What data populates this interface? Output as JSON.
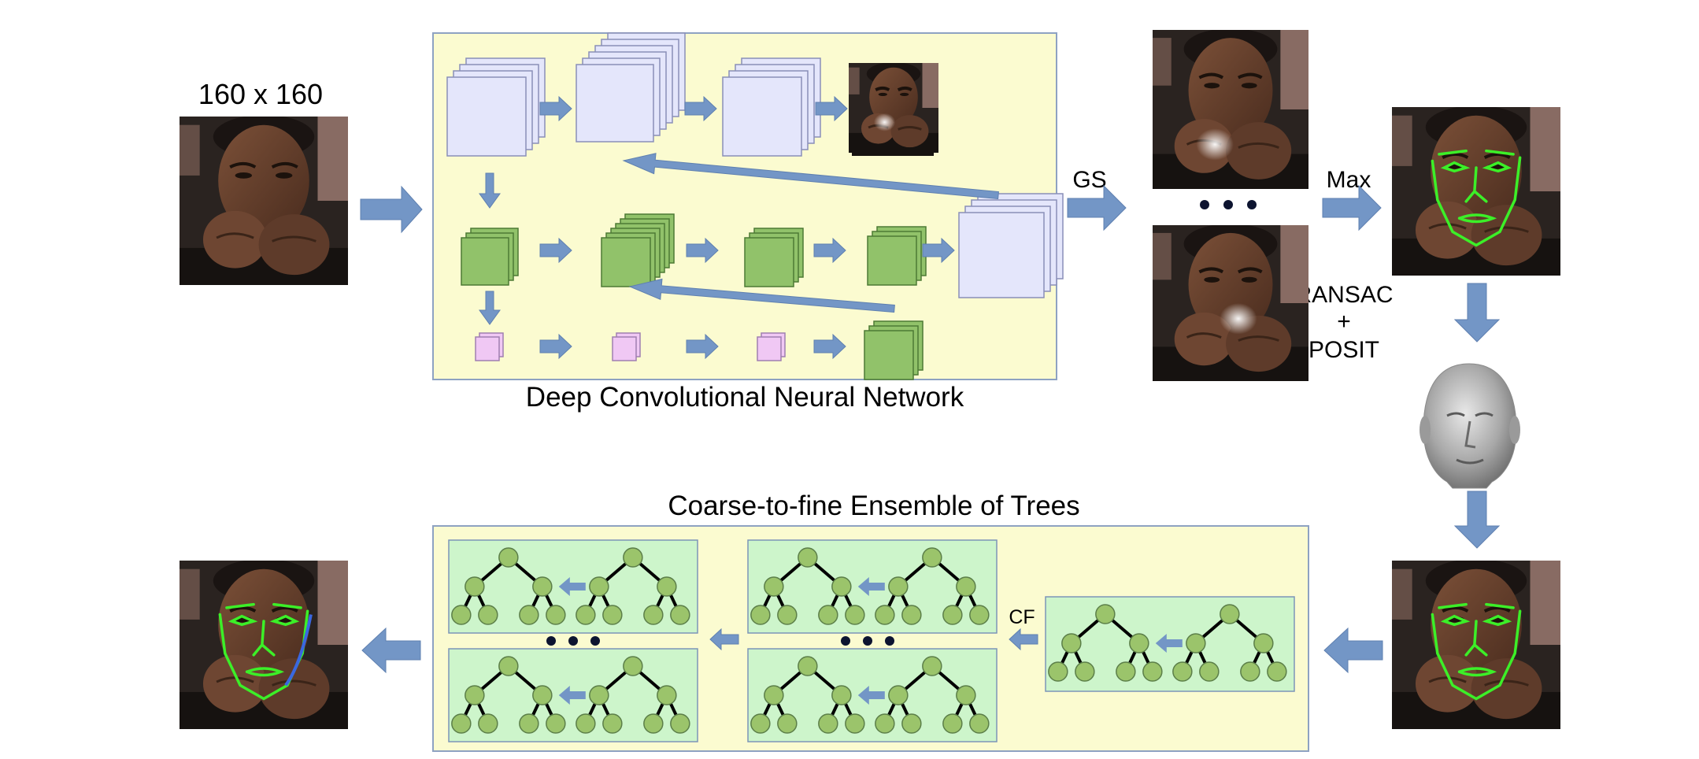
{
  "labels": {
    "input_size": "160 x 160",
    "dcnn_caption": "Deep Convolutional Neural Network",
    "gs": "GS",
    "max": "Max",
    "ransac": "RANSAC",
    "plus": "+",
    "posit": "POSIT",
    "ensemble_caption": "Coarse-to-fine Ensemble of Trees",
    "cf": "CF"
  },
  "colors": {
    "panel_fill": "#fbfbd0",
    "panel_stroke": "#8ea2c2",
    "arrow": "#7396c6",
    "lavender": "#e4e6fb",
    "lavender_stroke": "#8a8fb8",
    "green": "#91c26a",
    "green_stroke": "#4d7a34",
    "pink": "#f0c8f4",
    "tree_panel": "#cdf5cb",
    "tree_node": "#9bc46b",
    "landmark": "#3cef28",
    "face_skin": "#6a4330",
    "face_bg": "#2a2320",
    "head_gray": "#b4b4b4"
  },
  "icons": {
    "photo": "face-photo-icon",
    "head": "3d-head-icon",
    "tree": "tree-icon",
    "arrow": "arrow-icon"
  }
}
